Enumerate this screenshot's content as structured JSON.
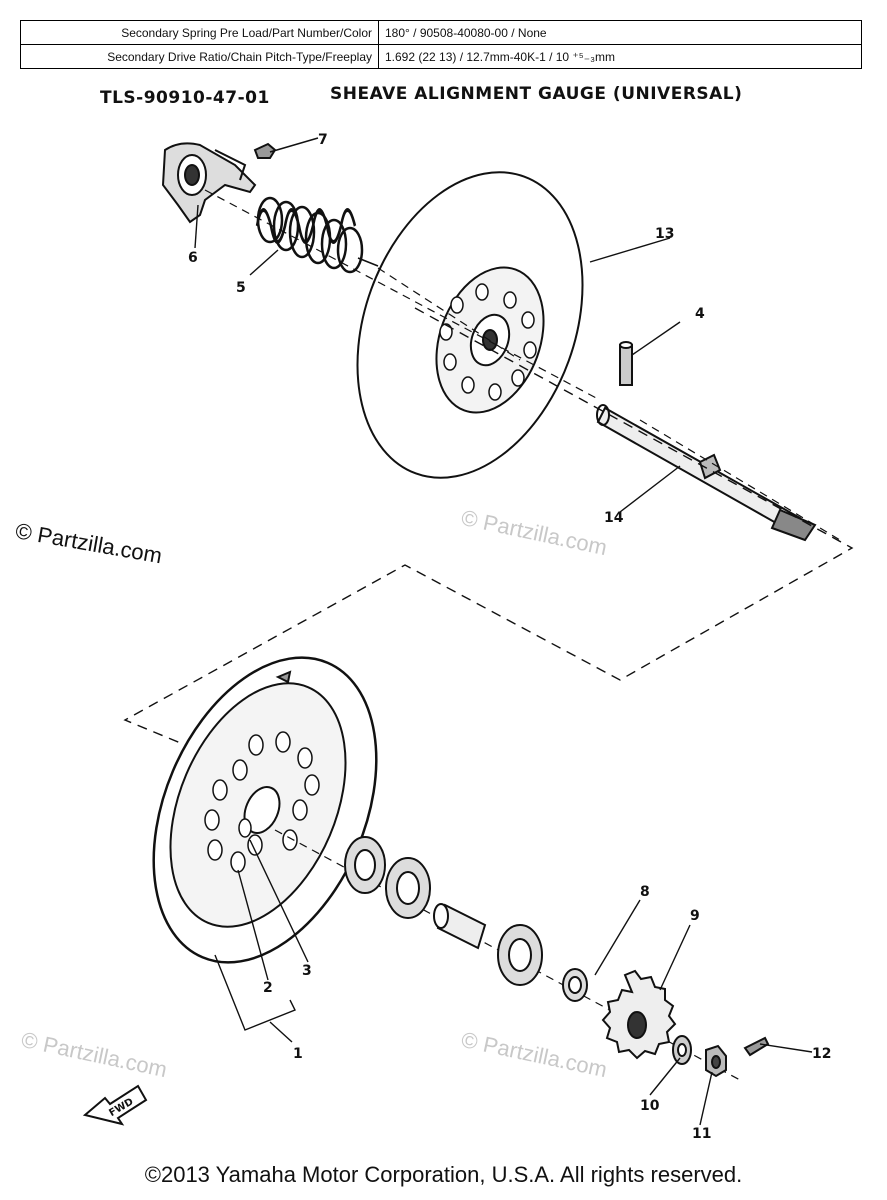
{
  "spec_table": {
    "rows": [
      {
        "label": "Secondary Spring Pre Load/Part Number/Color",
        "value": "180° / 90508-40080-00 / None"
      },
      {
        "label": "Secondary Drive Ratio/Chain Pitch-Type/Freeplay",
        "value": "1.692 (22 13) / 12.7mm-40K-1 / 10 ⁺⁵₋₃mm"
      }
    ]
  },
  "title": {
    "tool_number": "TLS-90910-47-01",
    "tool_name": "SHEAVE ALIGNMENT GAUGE (UNIVERSAL)"
  },
  "callouts": [
    "1",
    "2",
    "3",
    "4",
    "5",
    "6",
    "7",
    "8",
    "9",
    "10",
    "11",
    "12",
    "13",
    "14"
  ],
  "fwd_label": "FWD",
  "watermarks": {
    "main": "© Partzilla.com",
    "faint": "© Partzilla.com"
  },
  "copyright": "©2013 Yamaha Motor Corporation, U.S.A. All rights reserved."
}
